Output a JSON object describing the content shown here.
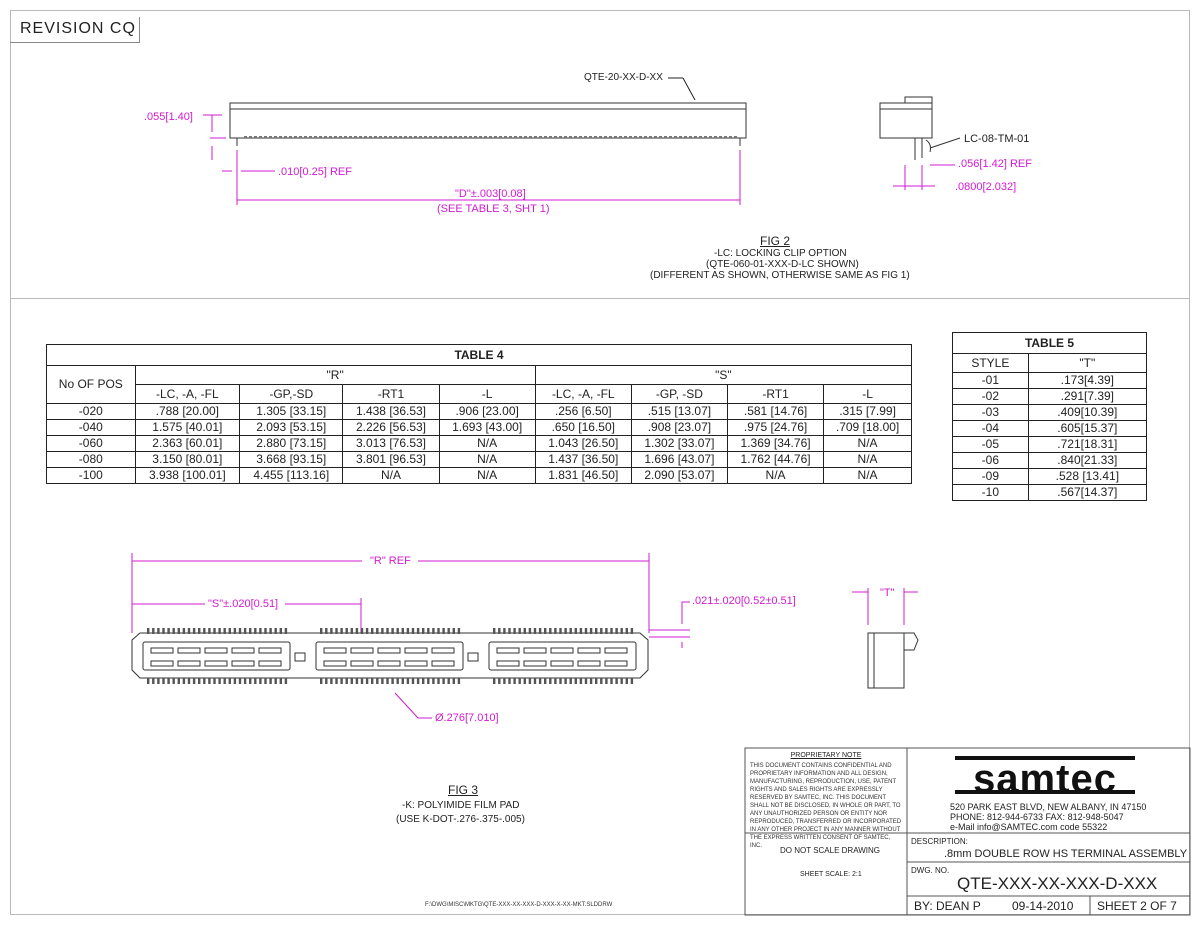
{
  "revision": "REVISION  CQ",
  "fig2": {
    "part_label": "QTE-20-XX-D-XX",
    "dim_height": ".055[1.40]",
    "dim_ref": ".010[0.25] REF",
    "dim_d": "\"D\"±.003[0.08]",
    "dim_d_note": "(SEE TABLE 3, SHT 1)",
    "lc_label": "LC-08-TM-01",
    "dim_lc1": ".056[1.42] REF",
    "dim_lc2": ".0800[2.032]",
    "title": "FIG 2",
    "line1": "-LC: LOCKING CLIP OPTION",
    "line2": "(QTE-060-01-XXX-D-LC SHOWN)",
    "line3": "(DIFFERENT AS SHOWN, OTHERWISE SAME AS FIG 1)"
  },
  "table4": {
    "title": "TABLE 4",
    "col_pos": "No OF POS",
    "group_r": "\"R\"",
    "group_s": "\"S\"",
    "headers": [
      "-LC, -A, -FL",
      "-GP,-SD",
      "-RT1",
      "-L",
      "-LC, -A, -FL",
      "-GP, -SD",
      "-RT1",
      "-L"
    ],
    "rows": [
      [
        "-020",
        ".788 [20.00]",
        "1.305 [33.15]",
        "1.438 [36.53]",
        ".906 [23.00]",
        ".256 [6.50]",
        ".515 [13.07]",
        ".581 [14.76]",
        ".315 [7.99]"
      ],
      [
        "-040",
        "1.575 [40.01]",
        "2.093 [53.15]",
        "2.226 [56.53]",
        "1.693 [43.00]",
        ".650 [16.50]",
        ".908 [23.07]",
        ".975 [24.76]",
        ".709 [18.00]"
      ],
      [
        "-060",
        "2.363 [60.01]",
        "2.880 [73.15]",
        "3.013 [76.53]",
        "N/A",
        "1.043 [26.50]",
        "1.302 [33.07]",
        "1.369 [34.76]",
        "N/A"
      ],
      [
        "-080",
        "3.150 [80.01]",
        "3.668 [93.15]",
        "3.801 [96.53]",
        "N/A",
        "1.437 [36.50]",
        "1.696 [43.07]",
        "1.762 [44.76]",
        "N/A"
      ],
      [
        "-100",
        "3.938 [100.01]",
        "4.455 [113.16]",
        "N/A",
        "N/A",
        "1.831 [46.50]",
        "2.090 [53.07]",
        "N/A",
        "N/A"
      ]
    ]
  },
  "table5": {
    "title": "TABLE 5",
    "col_style": "STYLE",
    "col_t": "\"T\"",
    "rows": [
      [
        "-01",
        ".173[4.39]"
      ],
      [
        "-02",
        ".291[7.39]"
      ],
      [
        "-03",
        ".409[10.39]"
      ],
      [
        "-04",
        ".605[15.37]"
      ],
      [
        "-05",
        ".721[18.31]"
      ],
      [
        "-06",
        ".840[21.33]"
      ],
      [
        "-09",
        ".528 [13.41]"
      ],
      [
        "-10",
        ".567[14.37]"
      ]
    ]
  },
  "fig3": {
    "dim_r": "\"R\" REF",
    "dim_s": "\"S\"±.020[0.51]",
    "dim_thk": ".021±.020[0.52±0.51]",
    "dim_t": "\"T\"",
    "dim_dia": "Ø.276[7.010]",
    "title": "FIG 3",
    "line1": "-K: POLYIMIDE FILM PAD",
    "line2": "(USE K-DOT-.276-.375-.005)"
  },
  "title_block": {
    "proprietary_title": "PROPRIETARY NOTE",
    "proprietary_text": "THIS DOCUMENT CONTAINS CONFIDENTIAL AND PROPRIETARY INFORMATION AND ALL DESIGN, MANUFACTURING, REPRODUCTION, USE, PATENT RIGHTS AND SALES RIGHTS ARE EXPRESSLY RESERVED BY SAMTEC, INC. THIS DOCUMENT SHALL NOT BE DISCLOSED, IN WHOLE OR PART, TO ANY UNAUTHORIZED PERSON OR ENTITY NOR REPRODUCED, TRANSFERRED OR INCORPORATED IN ANY OTHER PROJECT IN ANY MANNER WITHOUT THE EXPRESS WRITTEN CONSENT OF SAMTEC, INC.",
    "logo": "samtec",
    "address": "520 PARK EAST BLVD, NEW ALBANY, IN 47150",
    "phone": "PHONE: 812-944-6733     FAX: 812-948-5047",
    "email": "e-Mail  info@SAMTEC.com       code  55322",
    "do_not_scale": "DO  NOT  SCALE  DRAWING",
    "sheet_scale": "SHEET SCALE: 2:1",
    "desc_label": "DESCRIPTION:",
    "description": ".8mm DOUBLE ROW HS TERMINAL ASSEMBLY",
    "dwg_label": "DWG. NO.",
    "dwg_no": "QTE-XXX-XX-XXX-D-XXX",
    "by": "BY:   DEAN P",
    "date": "09-14-2010",
    "sheet": "SHEET 2  OF  7"
  },
  "file_path": "F:\\DWG\\MISC\\MKTG\\QTE-XXX-XX-XXX-D-XXX-X-XX-MKT.SLDDRW"
}
